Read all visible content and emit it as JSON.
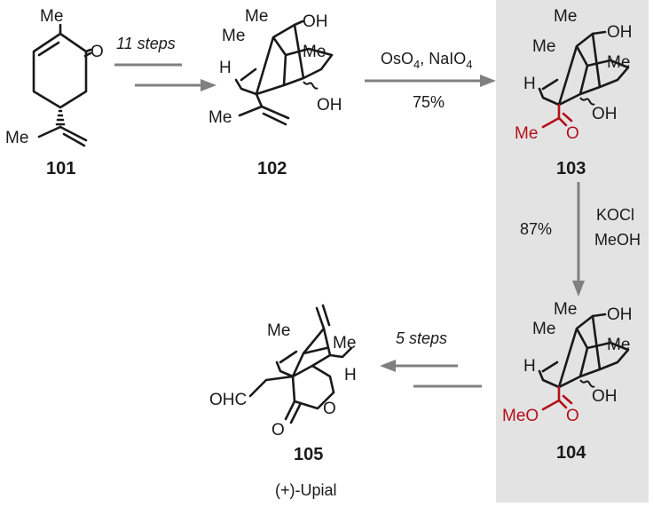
{
  "highlight_color": "#e3e3e3",
  "accent_color": "#b3101b",
  "arrow_color": "#808080",
  "compounds": {
    "c101": {
      "label": "101",
      "me_top": "Me",
      "carbonyl_o": "O",
      "me_bottom": "Me"
    },
    "c102": {
      "label": "102",
      "me_a": "Me",
      "oh_top": "OH",
      "me_b": "Me",
      "me_c": "Me",
      "h": "H",
      "oh_bottom": "OH",
      "me_iso": "Me"
    },
    "c103": {
      "label": "103",
      "me_a": "Me",
      "oh_top": "OH",
      "me_b": "Me",
      "me_c": "Me",
      "h": "H",
      "oh_bottom": "OH",
      "me_acetyl": "Me",
      "o_acetyl": "O"
    },
    "c104": {
      "label": "104",
      "me_a": "Me",
      "oh_top": "OH",
      "me_b": "Me",
      "me_c": "Me",
      "h": "H",
      "oh_bottom": "OH",
      "meo": "MeO",
      "o_ester": "O"
    },
    "c105": {
      "label": "105",
      "name": "(+)-Upial",
      "me_a": "Me",
      "me_b": "Me",
      "h": "H",
      "ohc": "OHC",
      "o_lactone": "O",
      "o_ring": "O"
    }
  },
  "steps": {
    "s1": {
      "text": "11 steps"
    },
    "s2": {
      "reagents": "OsO",
      "sub": "4",
      "reagents_b": ", NaIO",
      "sub_b": "4",
      "yield": "75%"
    },
    "s3": {
      "reagents": "KOCl",
      "solvent": "MeOH",
      "yield": "87%"
    },
    "s4": {
      "text": "5 steps"
    }
  }
}
